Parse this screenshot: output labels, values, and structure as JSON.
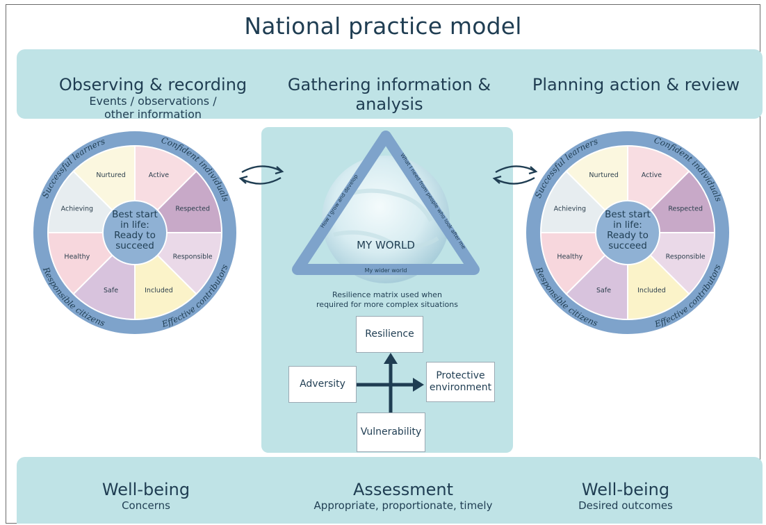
{
  "title": "National practice model",
  "top_band": {
    "left": {
      "title": "Observing & recording",
      "sub1": "Events / observations /",
      "sub2": "other information"
    },
    "middle": {
      "line1": "Gathering information &",
      "line2": "analysis"
    },
    "right": {
      "title": "Planning action & review"
    }
  },
  "wheel": {
    "center": [
      "Best start",
      "in life:",
      "Ready to",
      "succeed"
    ],
    "segments": [
      {
        "label": "Active",
        "color": "#f8dde2"
      },
      {
        "label": "Respected",
        "color": "#c8a9c8"
      },
      {
        "label": "Responsible",
        "color": "#ead9e8"
      },
      {
        "label": "Included",
        "color": "#fbf3c9"
      },
      {
        "label": "Safe",
        "color": "#d8c3dd"
      },
      {
        "label": "Healthy",
        "color": "#f7d7dd"
      },
      {
        "label": "Achieving",
        "color": "#e7edf0"
      },
      {
        "label": "Nurtured",
        "color": "#fbf7df"
      }
    ],
    "rim": {
      "top_left": "Successful learners",
      "top_right": "Confident individuals",
      "bottom_left": "Responsible citizens",
      "bottom_right": "Effective contributors"
    },
    "colors": {
      "rim": "#7ea3cb",
      "center": "#8fb1d4"
    }
  },
  "my_world": {
    "title": "MY WORLD",
    "left_side": "How I grow and develop",
    "right_side": "What I need from people who look after me",
    "bottom_side": "My wider world"
  },
  "resilience": {
    "caption1": "Resilience matrix used when",
    "caption2": "required for more complex situations",
    "top": "Resilience",
    "left": "Adversity",
    "right1": "Protective",
    "right2": "environment",
    "bottom": "Vulnerability"
  },
  "bottom_band": {
    "left": {
      "title": "Well-being",
      "sub": "Concerns"
    },
    "middle": {
      "title": "Assessment",
      "sub": "Appropriate, proportionate, timely"
    },
    "right": {
      "title": "Well-being",
      "sub": "Desired outcomes"
    }
  },
  "colors": {
    "band": "#bfe3e6",
    "text": "#1f3d52",
    "arrow": "#1f3d52"
  }
}
